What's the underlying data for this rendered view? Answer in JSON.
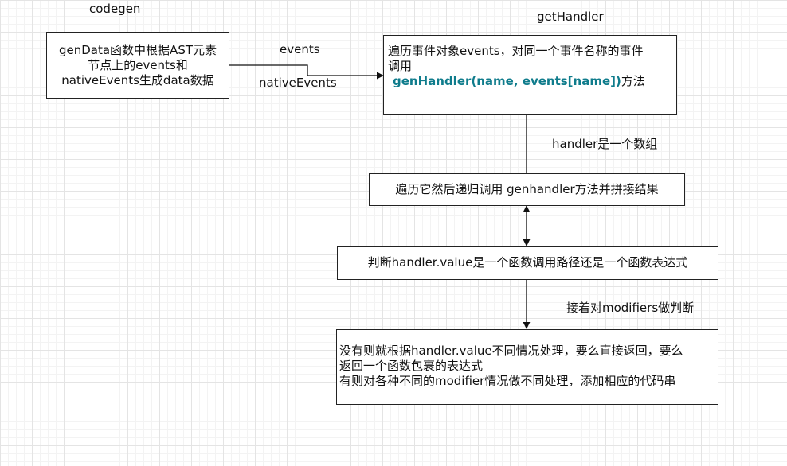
{
  "labels": {
    "codegen": "codegen",
    "get_handler": "getHandler",
    "events": "events",
    "native_events": "nativeEvents",
    "handler_array": "handler是一个数组",
    "modifiers_check": "接着对modifiers做判断"
  },
  "boxes": {
    "gen_data": {
      "lines": [
        "genData函数中根据AST元素",
        "节点上的events和",
        "nativeEvents生成data数据"
      ]
    },
    "iterate_events": {
      "line1": "遍历事件对象events，对同一个事件名称的事件",
      "line2": "调用",
      "code": "genHandler(name, events[name])",
      "suffix": "方法"
    },
    "recursive": {
      "text": "遍历它然后递归调用 genhandler方法并拼接结果"
    },
    "judge_value": {
      "text": "判断handler.value是一个函数调用路径还是一个函数表达式"
    },
    "modifiers": {
      "lines": [
        "没有则就根据handler.value不同情况处理，要么直接返回，要么",
        "返回一个函数包裹的表达式",
        "有则对各种不同的modifier情况做不同处理，添加相应的代码串"
      ]
    }
  },
  "colors": {
    "code_accent": "#0f7c8c",
    "stroke": "#222222"
  }
}
